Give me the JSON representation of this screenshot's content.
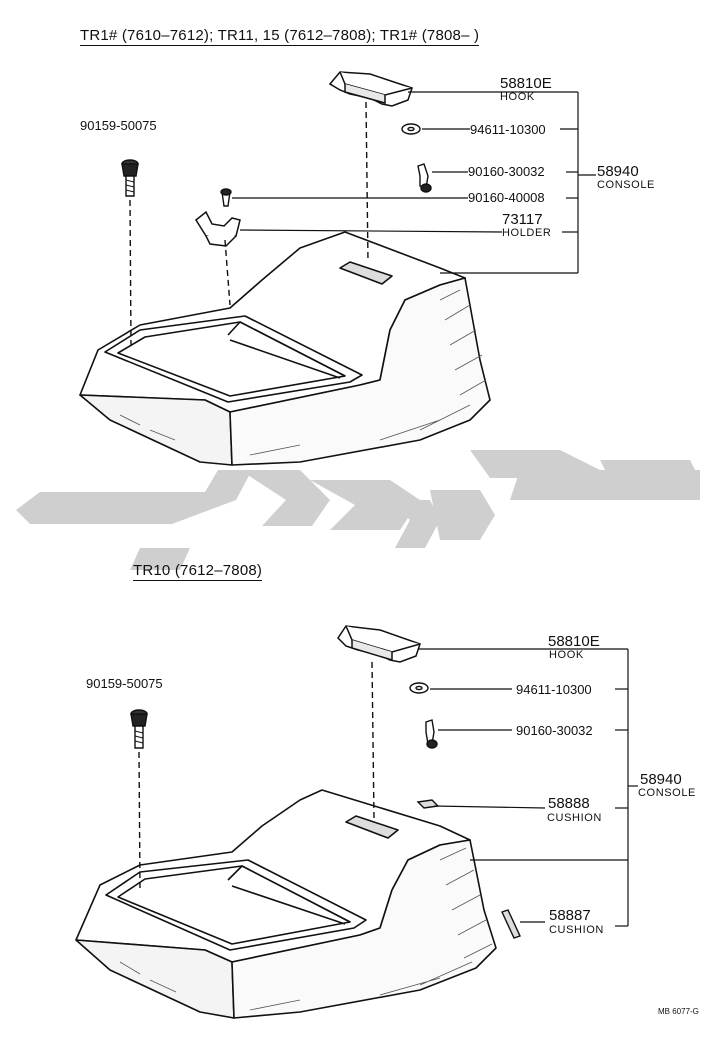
{
  "section_top": {
    "title": "TR1# (7610–7612); TR11, 15 (7612–7808); TR1# (7808–          )",
    "bolt": "90159-50075",
    "hook_no": "58810E",
    "hook_name": "HOOK",
    "washer": "94611-10300",
    "screw1": "90160-30032",
    "screw2": "90160-40008",
    "holder_no": "73117",
    "holder_name": "HOLDER",
    "console_no": "58940",
    "console_name": "CONSOLE"
  },
  "section_bottom": {
    "title": "TR10 (7612–7808)",
    "bolt": "90159-50075",
    "hook_no": "58810E",
    "hook_name": "HOOK",
    "washer": "94611-10300",
    "screw1": "90160-30032",
    "cushion1_no": "58888",
    "cushion1_name": "CUSHION",
    "cushion2_no": "58887",
    "cushion2_name": "CUSHION",
    "console_no": "58940",
    "console_name": "CONSOLE"
  },
  "watermark_color": "#cfcfcf",
  "reference": "MB 6077-G"
}
